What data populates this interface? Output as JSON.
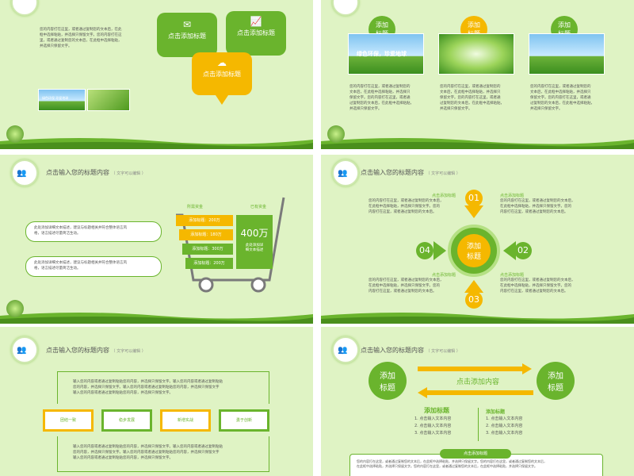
{
  "slide1": {
    "left_text": [
      "您的内容打在这里，或者通过复制您的文本后，在此",
      "框中选择粘贴，并选择只保留文字。您的内容打在这",
      "里，或者通过复制您的文本后，在此框中选择粘贴，",
      "并选择只保留文字。"
    ],
    "bubble_a": "点击添加标题",
    "bubble_b": "点击添加标题",
    "bubble_c": "点击添加标题",
    "photo_caption": "绿色环保 珍爱地球"
  },
  "slide2": {
    "badges": [
      "添加\n标题",
      "添加\n标题",
      "添加\n标题"
    ],
    "photo_caption": "绿色环保，珍爱地球",
    "cols": [
      [
        "您的内容打在这里，或者通过复制您的",
        "文本后，在此框中选择粘贴，并选择只",
        "保留文字。您的内容打在这里，或者通",
        "过复制您的文本后，在此框中选择粘贴，",
        "并选择只保留文字。"
      ],
      [
        "您的内容打在这里，或者通过复制您的",
        "文本后，在此框中选择粘贴，并选择只",
        "保留文字。您的内容打在这里，或者通",
        "过复制您的文本后，在此框中选择粘贴，",
        "并选择只保留文字。"
      ],
      [
        "您的内容打在这里，或者通过复制您的",
        "文本后，在此框中选择粘贴，并选择只",
        "保留文字。您的内容打在这里，或者通",
        "过复制您的文本后，在此框中选择粘贴，",
        "并选择只保留文字。"
      ]
    ]
  },
  "slide3": {
    "title": "点击输入您的标题内容",
    "title_note": "（ 文字可以编辑 ）",
    "box1": [
      "此处添加详细文本描述，建议与标题相关并符合整体语言风",
      "格，语言描述尽量简洁生动。"
    ],
    "box2": [
      "此处添加详细文本描述，建议与标题相关并符合整体语言风",
      "格，语言描述尽量简洁生动。"
    ],
    "col_left": "所需资金",
    "col_right": "已有资金",
    "rows": [
      "添加标题：200万",
      "添加标题：180万",
      "添加标题：300万",
      "添加标题：200万"
    ],
    "total": "400万",
    "total_note": [
      "此处添加详",
      "细文本描述"
    ]
  },
  "slide4": {
    "title": "点击输入您的标题内容",
    "title_note": "（ 文字可以编辑 ）",
    "center": "添加\n标题",
    "nums": [
      "01",
      "02",
      "03",
      "04"
    ],
    "labels": [
      "点击添加标题",
      "点击添加标题",
      "点击添加标题",
      "点击添加标题"
    ],
    "blocks": [
      [
        "您的内容打在这里，或者通过复制您的文本后，",
        "在此框中选择粘贴，并选择只保留文字。您的",
        "内容打在这里，或者通过复制您的文本后。"
      ],
      [
        "您的内容打在这里，或者通过复制您的文本后，",
        "在此框中选择粘贴，并选择只保留文字。您的",
        "内容打在这里，或者通过复制您的文本后。"
      ],
      [
        "您的内容打在这里，或者通过复制您的文本后，",
        "在此框中选择粘贴，并选择只保留文字。您的",
        "内容打在这里，或者通过复制您的文本后。"
      ],
      [
        "您的内容打在这里，或者通过复制您的文本后，",
        "在此框中选择粘贴，并选择只保留文字。您的",
        "内容打在这里，或者通过复制您的文本后。"
      ]
    ]
  },
  "slide5": {
    "title": "点击输入您的标题内容",
    "title_note": "（ 文字可以编辑 ）",
    "top_text": [
      "输入您的内容或者通过复制粘贴您的内容，并选择只保留文字。输入您的内容或者通过复制粘贴",
      "您的内容，并选择只保留文字。输入您的内容或者通过复制粘贴您的内容，并选择只保留文字",
      "输入您的内容或者通过复制粘贴您的内容，并选择只保留文字。"
    ],
    "tags": [
      "团结一致",
      "稳步发展",
      "新增实战",
      "勇于创新"
    ],
    "bottom_text": [
      "输入您的内容或者通过复制粘贴您的内容，并选择只保留文字。输入您的内容或者通过复制粘贴",
      "您的内容，并选择只保留文字。输入您的内容或者通过复制粘贴您的内容，并选择只保留文字",
      "输入您的内容或者通过复制粘贴您的内容，并选择只保留文字。"
    ]
  },
  "slide6": {
    "title": "点击输入您的标题内容",
    "title_note": "（ 文字可以编辑 ）",
    "left_circle": "添加\n标题",
    "right_circle": "添加\n标题",
    "middle": "点击添加内容",
    "list_left_title": "添加标题",
    "list_left": [
      "1.   点击输入文本内容",
      "2.   点击输入文本内容",
      "3.   点击输入文本内容"
    ],
    "list_right_title": "添加标题",
    "list_right": [
      "1.   点击输入文本内容",
      "2.   点击输入文本内容",
      "3.   点击输入文本内容"
    ],
    "box_label": "点击添加标题",
    "box_text": [
      "您的内容打在这里，或者通过复制您的文本后，在此框中选择粘贴，并选择只保留文字。您的内容打在这里，或者通过复制您的文本后，",
      "在此框中选择粘贴，并选择只保留文字。您的内容打在这里，或者通过复制您的文本后，在此框中选择粘贴，并选择只保留文字。"
    ]
  }
}
